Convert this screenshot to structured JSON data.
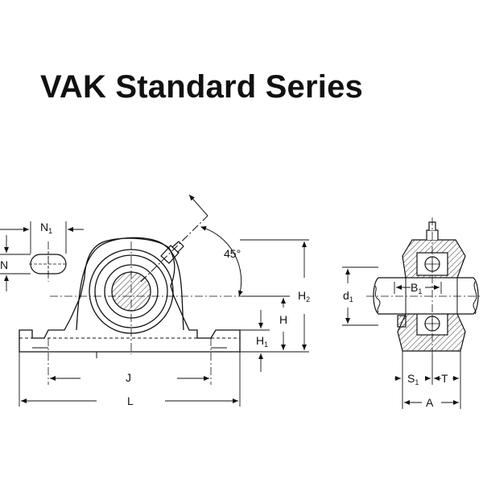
{
  "title": "VAK Standard Series",
  "dimensions": {
    "N1": {
      "base": "N",
      "sub": "1"
    },
    "N": {
      "base": "N",
      "sub": ""
    },
    "angle": {
      "base": "45°",
      "sub": ""
    },
    "H2": {
      "base": "H",
      "sub": "2"
    },
    "H": {
      "base": "H",
      "sub": ""
    },
    "H1": {
      "base": "H",
      "sub": "1"
    },
    "J": {
      "base": "J",
      "sub": ""
    },
    "L": {
      "base": "L",
      "sub": ""
    },
    "d1": {
      "base": "d",
      "sub": "1"
    },
    "B1": {
      "base": "B",
      "sub": "1"
    },
    "S1": {
      "base": "S",
      "sub": "1"
    },
    "T": {
      "base": "T",
      "sub": ""
    },
    "A": {
      "base": "A",
      "sub": ""
    }
  },
  "colors": {
    "line": "#111111",
    "background": "#ffffff",
    "hatch": "#333333"
  }
}
